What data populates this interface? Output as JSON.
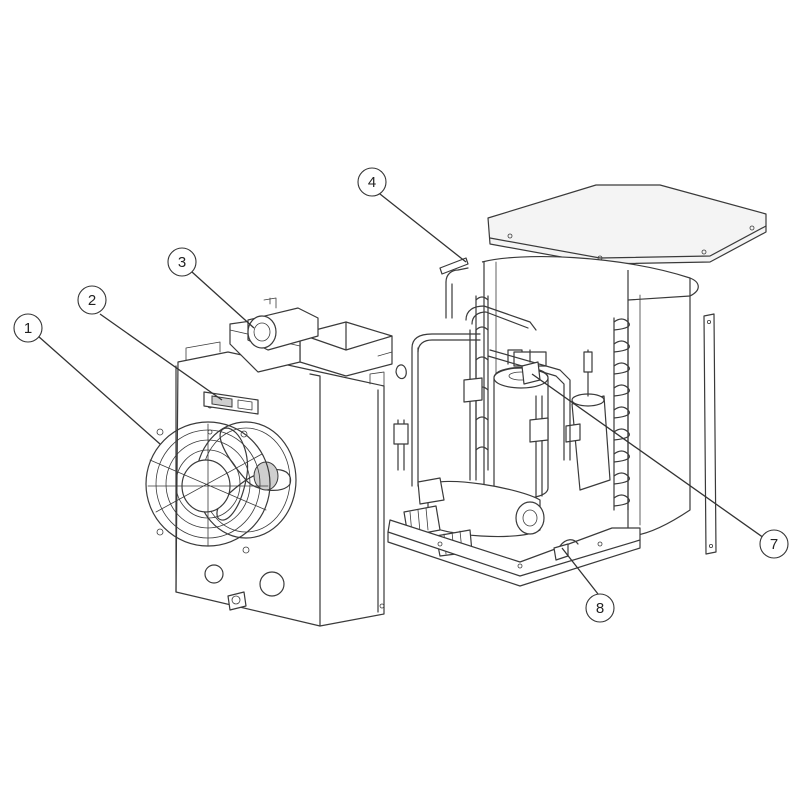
{
  "callouts": [
    {
      "id": "1",
      "label": "1"
    },
    {
      "id": "2",
      "label": "2"
    },
    {
      "id": "3",
      "label": "3"
    },
    {
      "id": "4",
      "label": "4"
    },
    {
      "id": "7",
      "label": "7"
    },
    {
      "id": "8",
      "label": "8"
    }
  ]
}
